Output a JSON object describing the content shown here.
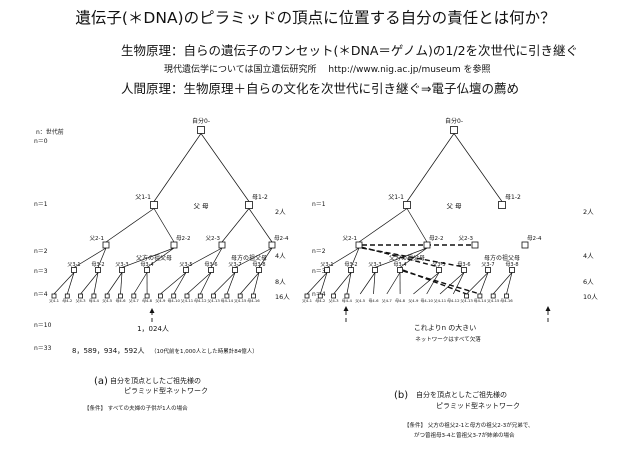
{
  "header": {
    "title": "遺伝子(＊DNA)のピラミッドの頂点に位置する自分の責任とは何か？",
    "line1": "生物原理：自らの遺伝子のワンセット(＊DNA＝ゲノム)の1/2を次世代に引き継ぐ",
    "line2": "現代遺伝学については国立遺伝研究所　 http://www.nig.ac.jp/museum を参照",
    "line3": "人間原理：生物原理＋自らの文化を次世代に引き継ぐ⇒電子仏壇の薦め"
  },
  "left_tree": {
    "gen_labels": [
      "n：世代前",
      "n＝0",
      "n＝1",
      "n＝2",
      "n＝3",
      "n＝4",
      "n＝10",
      "n＝33"
    ],
    "count_labels": [
      "2人",
      "4人",
      "8人",
      "16人"
    ],
    "self_label": "自分0-",
    "gen1": [
      "父1-1",
      "母1-2"
    ],
    "parents_caption": "父 母",
    "gen2": [
      "父2-1",
      "母2-2",
      "父2-3",
      "母2-4"
    ],
    "paternal_caption": "父方の祖父母",
    "maternal_caption": "母方の祖父母",
    "gen3": [
      "父3-1",
      "母3-2",
      "父3-3",
      "母3-4",
      "父3-5",
      "母3-6",
      "父3-7",
      "母3-8"
    ],
    "gen4": [
      "父4-1",
      "母4-2",
      "父4-3",
      "母4-4",
      "父4-5",
      "母4-6",
      "父4-7",
      "母4-8",
      "父4-9",
      "母4-10",
      "父4-11",
      "母4-12",
      "父4-13",
      "母4-14",
      "父4-15",
      "母4-16"
    ],
    "n10_value": "1，024人",
    "n33_value": "8，589，934，592人",
    "n33_note": "（10代前を1,000人とした時累計84億人）",
    "caption_marker": "(a)",
    "caption_line1": "自分を頂点としたご祖先様の",
    "caption_line2": "ピラミッド型ネットワーク",
    "condition": "【条件】 すべての夫婦の子供が1人の場合"
  },
  "right_tree": {
    "gen_labels": [
      "n＝1",
      "n＝2",
      "n＝3",
      "n＝4"
    ],
    "count_labels": [
      "2人",
      "4人",
      "6人",
      "10人"
    ],
    "self_label": "自分0-",
    "gen1": [
      "父1-1",
      "母1-2"
    ],
    "parents_caption": "父 母",
    "gen2": [
      "父2-1",
      "母2-2",
      "父2-3",
      "母2-4"
    ],
    "paternal_caption": "父方の祖父母",
    "maternal_caption": "母方の祖父母",
    "gen3": [
      "父3-1",
      "母3-2",
      "父3-3",
      "母3-4",
      "父3-5",
      "母3-6",
      "父3-7",
      "母3-8"
    ],
    "gen4": [
      "父4-1",
      "母4-2",
      "父4-3",
      "母4-4",
      "父4-5",
      "母4-6",
      "父4-7",
      "母4-8",
      "父4-9",
      "母4-10",
      "父4-11",
      "母4-12",
      "父4-13",
      "母4-14",
      "父4-15",
      "母4-16"
    ],
    "note_line1": "これよりn の大きい",
    "note_line2": "ネットワークはすべて欠落",
    "caption_marker": "(b)",
    "caption_line1": "自分を頂点としたご祖先様の",
    "caption_line2": "ピラミッド型ネットワーク",
    "condition_line1": "【条件】 父方の祖父2-1と母方の祖父2-3が兄弟で、",
    "condition_line2": "がつ曾祖母3-4と曾祖父3-7が姉弟の場合"
  }
}
